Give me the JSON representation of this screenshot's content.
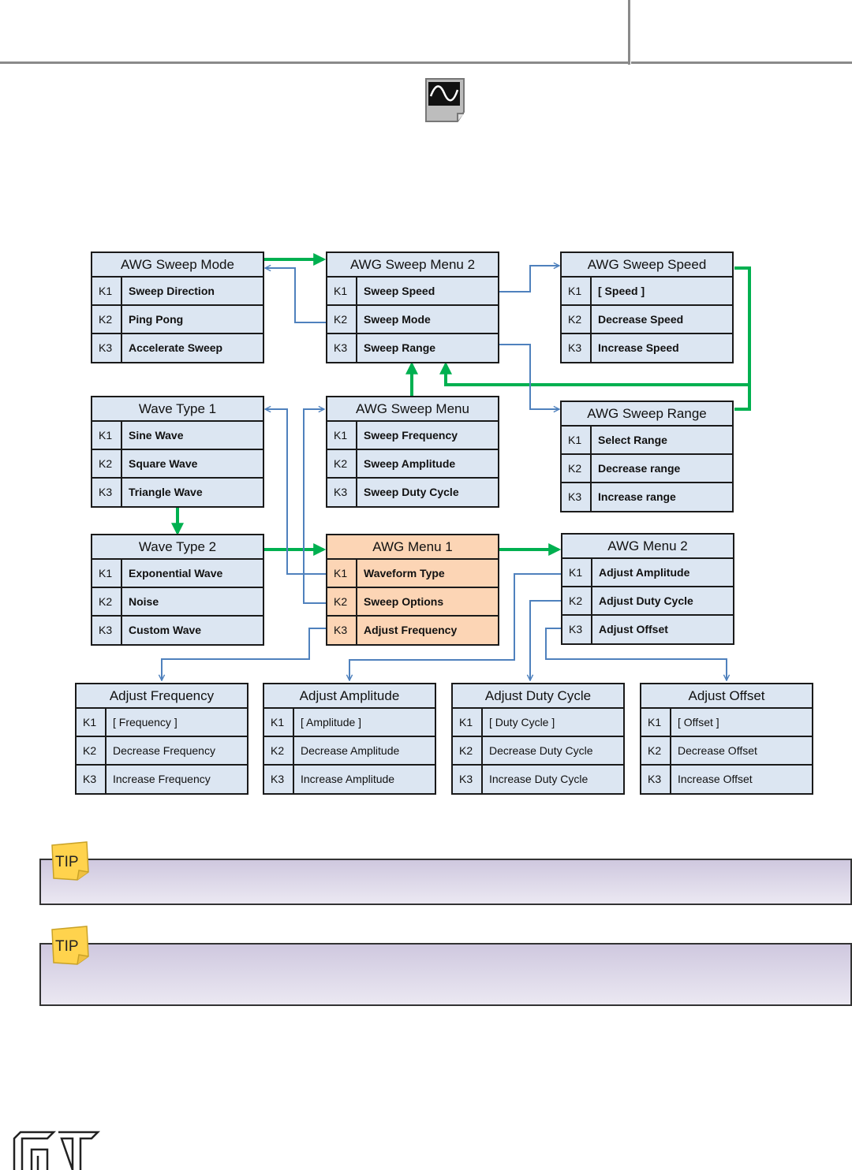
{
  "colors": {
    "flow_arrow": "#00b050",
    "key_link": "#4f81bd",
    "menu_fill": "#dce6f2",
    "highlight_fill": "#fcd5b5"
  },
  "icons": {
    "header_icon": "waveform-screen-icon",
    "tip_icon": "sticky-note-tip-icon",
    "logo": "gw-logo"
  },
  "tip_label": "TIP",
  "menus": {
    "sweep_mode": {
      "title": "AWG Sweep Mode",
      "rows": [
        {
          "k": "K1",
          "label": "Sweep Direction"
        },
        {
          "k": "K2",
          "label": "Ping Pong"
        },
        {
          "k": "K3",
          "label": "Accelerate Sweep"
        }
      ]
    },
    "sweep_menu2": {
      "title": "AWG Sweep Menu 2",
      "rows": [
        {
          "k": "K1",
          "label": "Sweep Speed"
        },
        {
          "k": "K2",
          "label": "Sweep Mode"
        },
        {
          "k": "K3",
          "label": "Sweep Range"
        }
      ]
    },
    "sweep_speed": {
      "title": "AWG Sweep Speed",
      "rows": [
        {
          "k": "K1",
          "label": "[ Speed ]"
        },
        {
          "k": "K2",
          "label": "Decrease Speed"
        },
        {
          "k": "K3",
          "label": "Increase Speed"
        }
      ]
    },
    "wave_type1": {
      "title": "Wave Type 1",
      "rows": [
        {
          "k": "K1",
          "label": "Sine Wave"
        },
        {
          "k": "K2",
          "label": "Square Wave"
        },
        {
          "k": "K3",
          "label": "Triangle Wave"
        }
      ]
    },
    "sweep_menu": {
      "title": "AWG Sweep Menu",
      "rows": [
        {
          "k": "K1",
          "label": "Sweep Frequency"
        },
        {
          "k": "K2",
          "label": "Sweep Amplitude"
        },
        {
          "k": "K3",
          "label": "Sweep Duty Cycle"
        }
      ]
    },
    "sweep_range": {
      "title": "AWG Sweep Range",
      "rows": [
        {
          "k": "K1",
          "label": "Select Range"
        },
        {
          "k": "K2",
          "label": "Decrease range"
        },
        {
          "k": "K3",
          "label": "Increase range"
        }
      ]
    },
    "wave_type2": {
      "title": "Wave Type 2",
      "rows": [
        {
          "k": "K1",
          "label": "Exponential Wave"
        },
        {
          "k": "K2",
          "label": "Noise"
        },
        {
          "k": "K3",
          "label": "Custom Wave"
        }
      ]
    },
    "awg_menu1": {
      "title": "AWG Menu 1",
      "rows": [
        {
          "k": "K1",
          "label": "Waveform Type"
        },
        {
          "k": "K2",
          "label": "Sweep Options"
        },
        {
          "k": "K3",
          "label": "Adjust Frequency"
        }
      ]
    },
    "awg_menu2": {
      "title": "AWG Menu 2",
      "rows": [
        {
          "k": "K1",
          "label": "Adjust Amplitude"
        },
        {
          "k": "K2",
          "label": "Adjust Duty Cycle"
        },
        {
          "k": "K3",
          "label": "Adjust Offset"
        }
      ]
    },
    "adj_freq": {
      "title": "Adjust Frequency",
      "rows": [
        {
          "k": "K1",
          "label": "[ Frequency ]"
        },
        {
          "k": "K2",
          "label": "Decrease Frequency"
        },
        {
          "k": "K3",
          "label": "Increase Frequency"
        }
      ]
    },
    "adj_amp": {
      "title": "Adjust Amplitude",
      "rows": [
        {
          "k": "K1",
          "label": "[ Amplitude ]"
        },
        {
          "k": "K2",
          "label": "Decrease Amplitude"
        },
        {
          "k": "K3",
          "label": "Increase Amplitude"
        }
      ]
    },
    "adj_duty": {
      "title": "Adjust Duty Cycle",
      "rows": [
        {
          "k": "K1",
          "label": "[ Duty Cycle ]"
        },
        {
          "k": "K2",
          "label": "Decrease Duty Cycle"
        },
        {
          "k": "K3",
          "label": "Increase Duty Cycle"
        }
      ]
    },
    "adj_offset": {
      "title": "Adjust Offset",
      "rows": [
        {
          "k": "K1",
          "label": "[ Offset ]"
        },
        {
          "k": "K2",
          "label": "Decrease Offset"
        },
        {
          "k": "K3",
          "label": "Increase Offset"
        }
      ]
    }
  }
}
